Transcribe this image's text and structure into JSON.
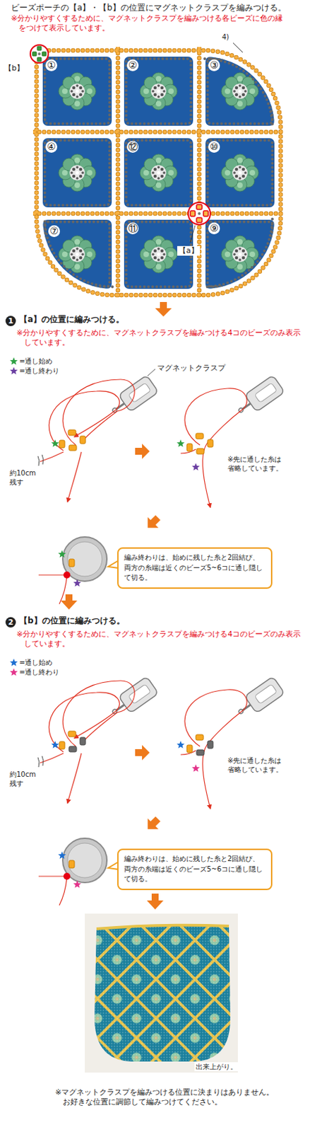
{
  "diagram": {
    "title": "ビーズポーチの【a】・【b】の位置にマグネットクラスプを編みつける。",
    "caption": "※マグネットクラスプを編みつける位置に決まりはありません。 お好きな位置に調節して編みつけてください。",
    "nodes": [
      {
        "text": [
          "編み終わりは、始めに残した糸と2回結び、両方の糸端は近くのビーズ5~6コに通し隠して切る。"
        ]
      },
      {
        "text": [
          "編み終わりは、始めに残した糸と2回結び、両方の糸端は近くのビーズ5~6コに通し隠して切る。"
        ]
      }
    ],
    "labels": [
      "※分かりやすくするために、マグネットクラスプを編みつける各ビーズに色の縁をつけて表示しています。",
      "4)",
      "【b】",
      "①",
      "②",
      "③",
      "④",
      "⑫",
      "⑩",
      "⑦",
      "⑪",
      "⑨",
      "【a】",
      "1",
      "【a】の位置に編みつける。",
      "※分かりやすくするために、マグネットクラスプを編みつける4コのビーズのみ表示しています。",
      "マグネットクラスプ",
      "約10cm 残す",
      "※先に通した糸は 省略しています。",
      "2",
      "【b】の位置に編みつける。",
      "※分かりやすくするために、マグネットクラスプを編みつける4コのビーズのみ表示しています。",
      "約10cm 残す",
      "※先に通した糸は 省略しています。",
      "出来上がり。"
    ],
    "legend": [
      {
        "text": "=通し始め"
      },
      {
        "text": "=通し終わり"
      },
      {
        "text": "=通し始め"
      },
      {
        "text": "=通し終わり"
      }
    ]
  }
}
